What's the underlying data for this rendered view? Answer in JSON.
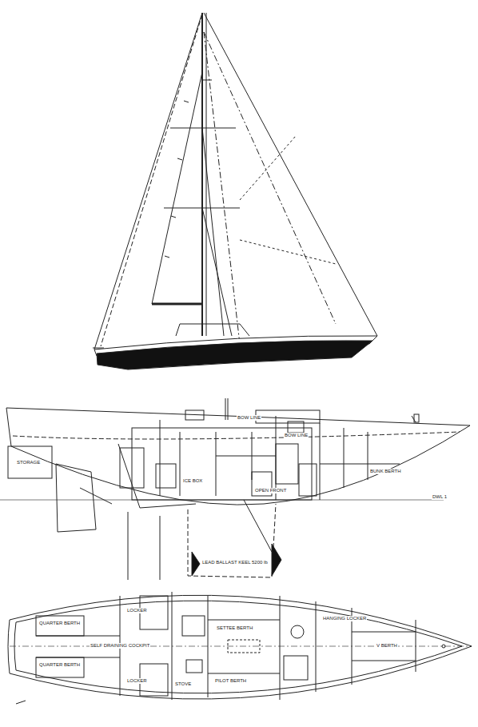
{
  "diagram": {
    "labels": [
      "STORAGE",
      "BOW LINE",
      "BOW LINE",
      "BUNK BERTH",
      "ICE BOX",
      "OPEN FRONT",
      "DWL 1",
      "LEAD BALLAST KEEL 5200 lb",
      "SELF DRAINING COCKPIT",
      "QUARTER BERTH",
      "QUARTER BERTH",
      "LOCKER",
      "LOCKER",
      "SETTEE BERTH",
      "PILOT BERTH",
      "V BERTH",
      "HANGING LOCKER",
      "STOVE"
    ]
  }
}
